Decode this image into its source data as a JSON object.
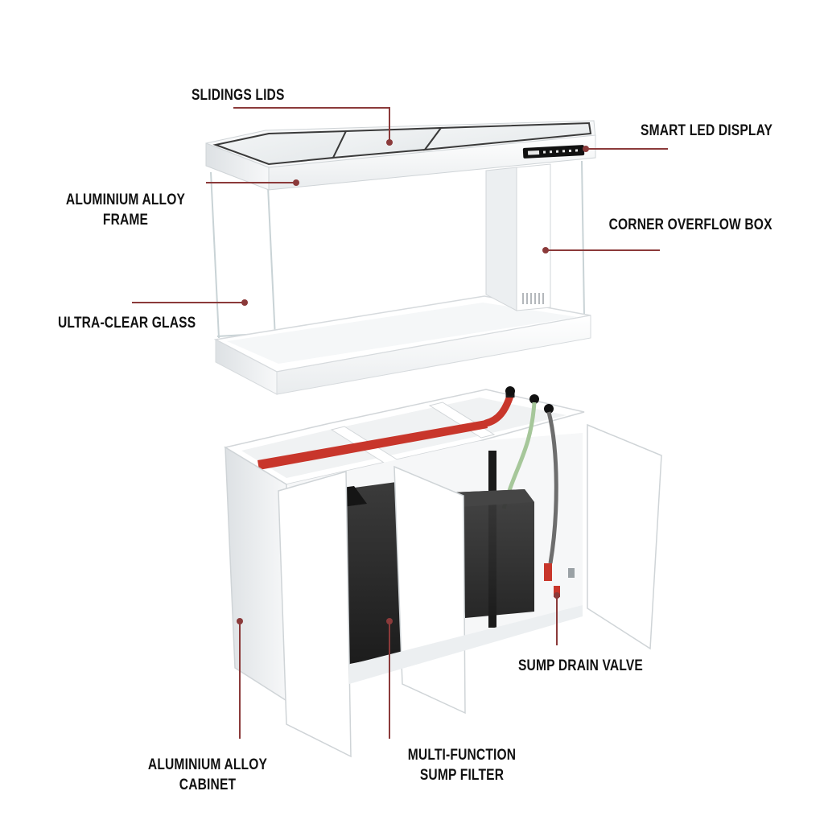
{
  "labels": {
    "sliding_lids": "SLIDINGS LIDS",
    "smart_led_display": "SMART LED DISPLAY",
    "aluminium_frame": [
      "ALUMINIUM ALLOY",
      "FRAME"
    ],
    "corner_overflow_box": "CORNER OVERFLOW BOX",
    "ultra_clear_glass": "ULTRA-CLEAR GLASS",
    "sump_drain_valve": "SUMP DRAIN VALVE",
    "aluminium_cabinet": [
      "ALUMINIUM ALLOY",
      "CABINET"
    ],
    "sump_filter": [
      "MULTI-FUNCTION",
      "SUMP FILTER"
    ]
  },
  "colors": {
    "leader": "#8b3a3a",
    "text": "#111111",
    "pipe_red": "#c8362b",
    "body_white": "#ffffff",
    "glass_edge": "#c9d3d6",
    "sump_dark": "#2b2b2b"
  }
}
